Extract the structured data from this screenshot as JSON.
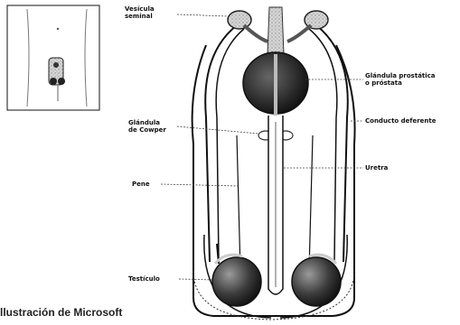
{
  "labels": {
    "vesicula": [
      "Vesícula",
      "seminal"
    ],
    "prostata": [
      "Glándula prostática",
      "o próstata"
    ],
    "cowper": [
      "Glándula",
      "de Cowper"
    ],
    "conducto": "Conducto deferente",
    "uretra": "Uretra",
    "pene": "Pene",
    "testiculo": "Testículo"
  },
  "caption": "llustración de Microsoft"
}
